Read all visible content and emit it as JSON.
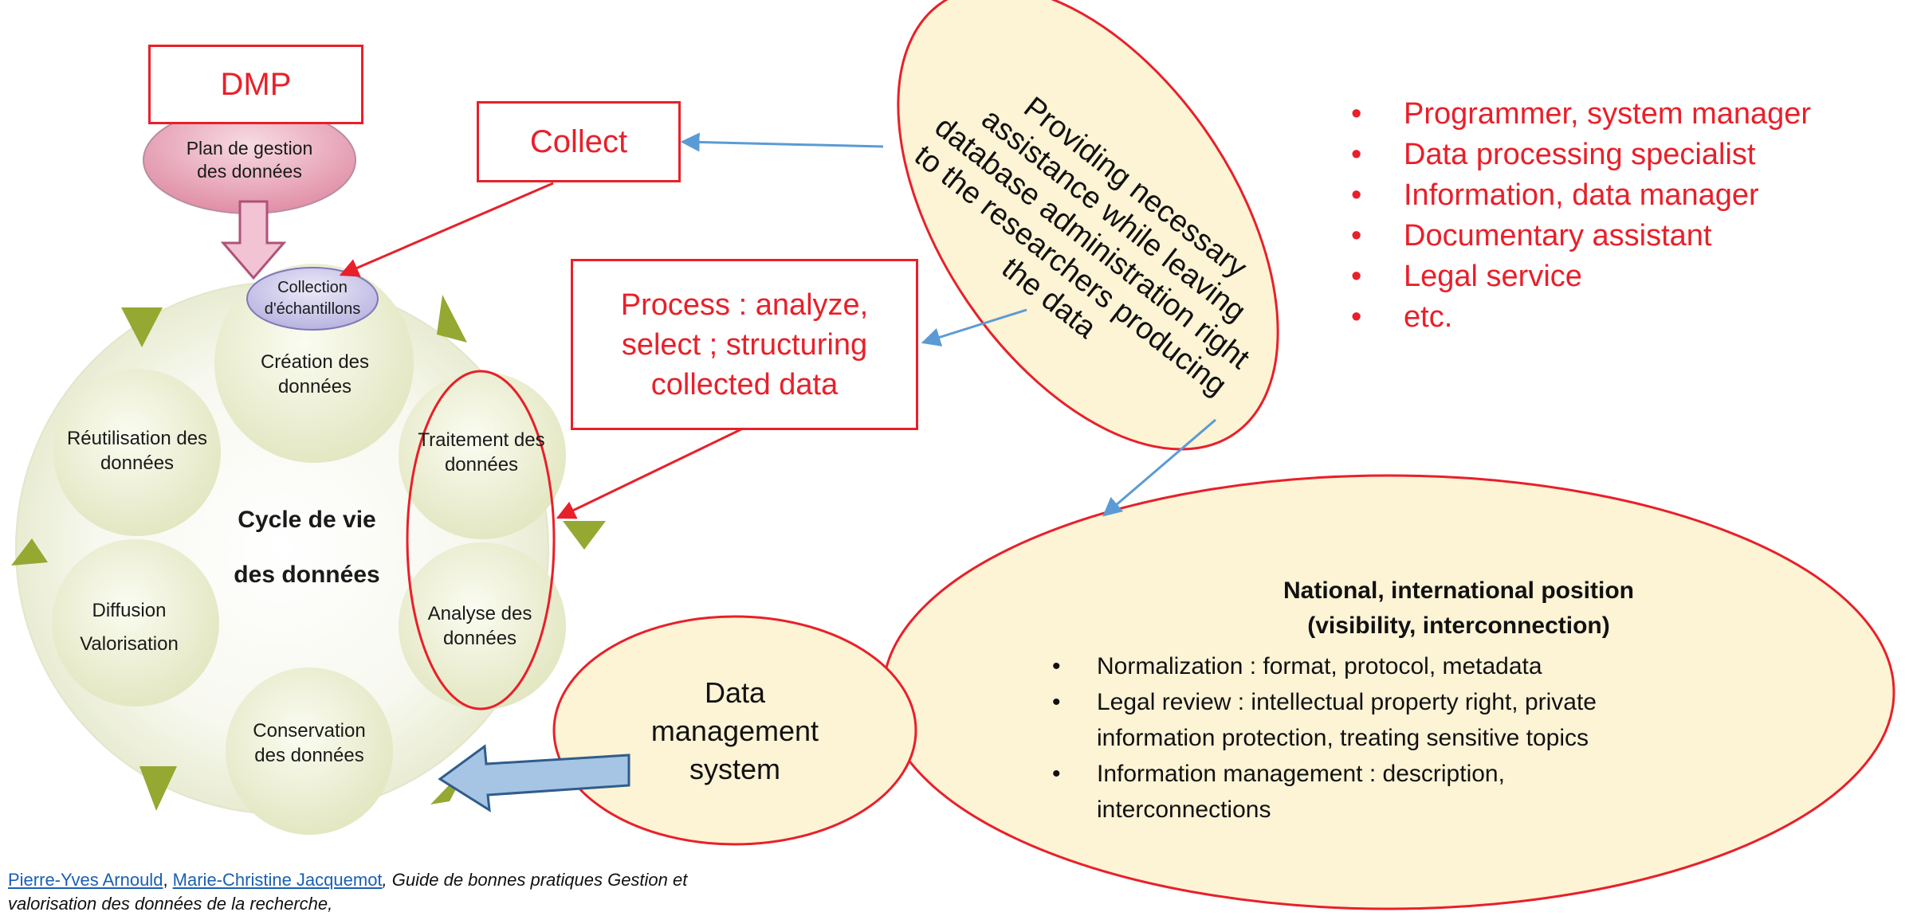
{
  "dmp_box": {
    "label": "DMP"
  },
  "collect_box": {
    "label": "Collect"
  },
  "process_box": {
    "label": "Process : analyze, select ; structuring collected data"
  },
  "plan_ellipse": {
    "label": "Plan de gestion des données"
  },
  "collection_ellipse": {
    "label": "Collection d'échantillons"
  },
  "cycle": {
    "title_line1": "Cycle de vie",
    "title_line2": "des données",
    "stages": [
      {
        "label": "Création des données"
      },
      {
        "label": "Traitement des données"
      },
      {
        "label": "Analyse des données"
      },
      {
        "label": "Conservation des données"
      },
      {
        "label": "Diffusion Valorisation"
      },
      {
        "label": "Réutilisation des données"
      }
    ]
  },
  "assistance_ellipse": {
    "label": "Providing necessary assistance while leaving database administration right to the researchers producing the data"
  },
  "roles": [
    "Programmer, system manager",
    "Data processing specialist",
    "Information, data manager",
    "Documentary assistant",
    "Legal service",
    "etc."
  ],
  "position_ellipse": {
    "title_line1": "National, international position",
    "title_line2": "(visibility, interconnection)",
    "items": [
      "Normalization : format, protocol, metadata",
      "Legal review : intellectual property right, private information protection, treating sensitive topics",
      "Information management : description, interconnections"
    ]
  },
  "dms_ellipse": {
    "label": "Data management system"
  },
  "citation": {
    "author1": "Pierre-Yves Arnould",
    "sep": ", ",
    "author2": "Marie-Christine Jacquemot",
    "title": ", Guide de bonnes pratiques Gestion et valorisation des données de la recherche,"
  },
  "colors": {
    "red": "#e8202a",
    "cream": "#fdf3d5",
    "circle_green": "#eef0d6",
    "triangle_green": "#95a832",
    "arrow_blue": "#5b9bd5",
    "pink": "#e9a7b8",
    "lavender": "#c9c6e8"
  }
}
